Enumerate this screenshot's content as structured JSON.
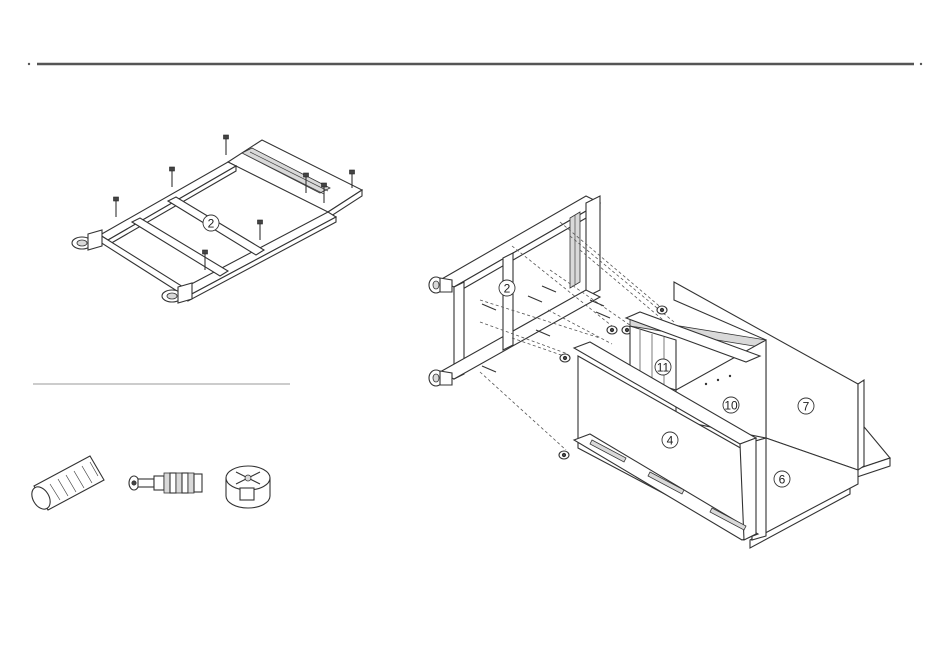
{
  "labels": {
    "step1_base": "2",
    "step2_base": "2",
    "panel_front": "4",
    "panel_side": "6",
    "panel_back": "7",
    "panel_inner": "10",
    "panel_shelf": "11"
  },
  "icons": {
    "wood_dowel": "wood-dowel-icon",
    "cam_bolt": "cam-bolt-icon",
    "cam_lock": "cam-lock-nut-icon"
  },
  "colors": {
    "line": "#333333",
    "rule": "#555555",
    "background": "#ffffff"
  }
}
